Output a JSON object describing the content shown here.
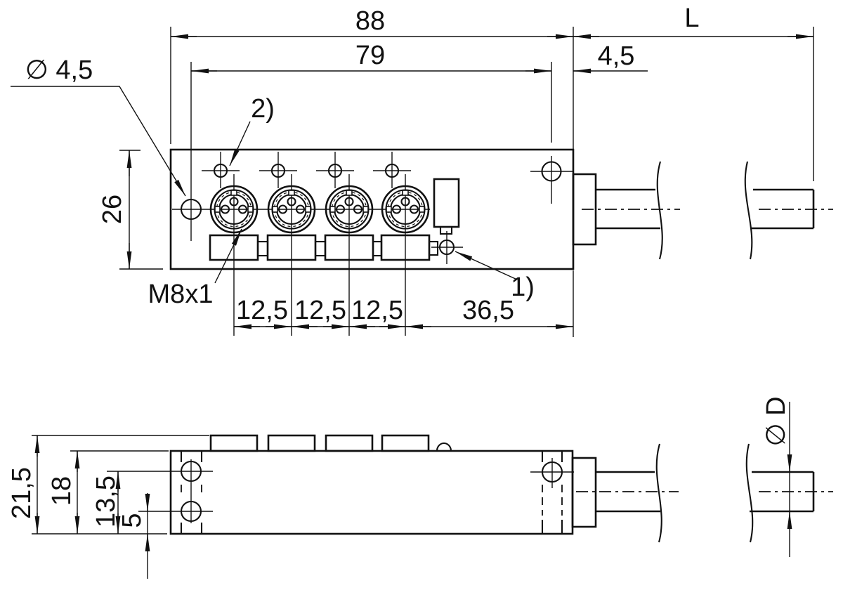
{
  "drawing": {
    "kind": "Technical dimension drawing",
    "subject": "M8 sensor/actuator distribution box, 4 ports",
    "views": [
      "Top view",
      "Side view"
    ]
  },
  "top_view": {
    "dimensions": {
      "overall_length": "88",
      "mounting_hole_spacing": "79",
      "hole_to_edge": "4,5",
      "cable_length": "L",
      "body_width": "26",
      "port_pitch_1": "12,5",
      "port_pitch_2": "12,5",
      "port_pitch_3": "12,5",
      "last_port_to_edge": "36,5"
    },
    "labels": {
      "mounting_hole_diameter": "∅ 4,5",
      "port_thread": "M8x1",
      "callout_2": "2)",
      "callout_1": "1)"
    }
  },
  "side_view": {
    "dimensions": {
      "overall_height": "21,5",
      "body_height": "18",
      "upper_hole_height": "13,5",
      "lower_hole_height": "5",
      "cable_diameter": "∅ D"
    }
  }
}
